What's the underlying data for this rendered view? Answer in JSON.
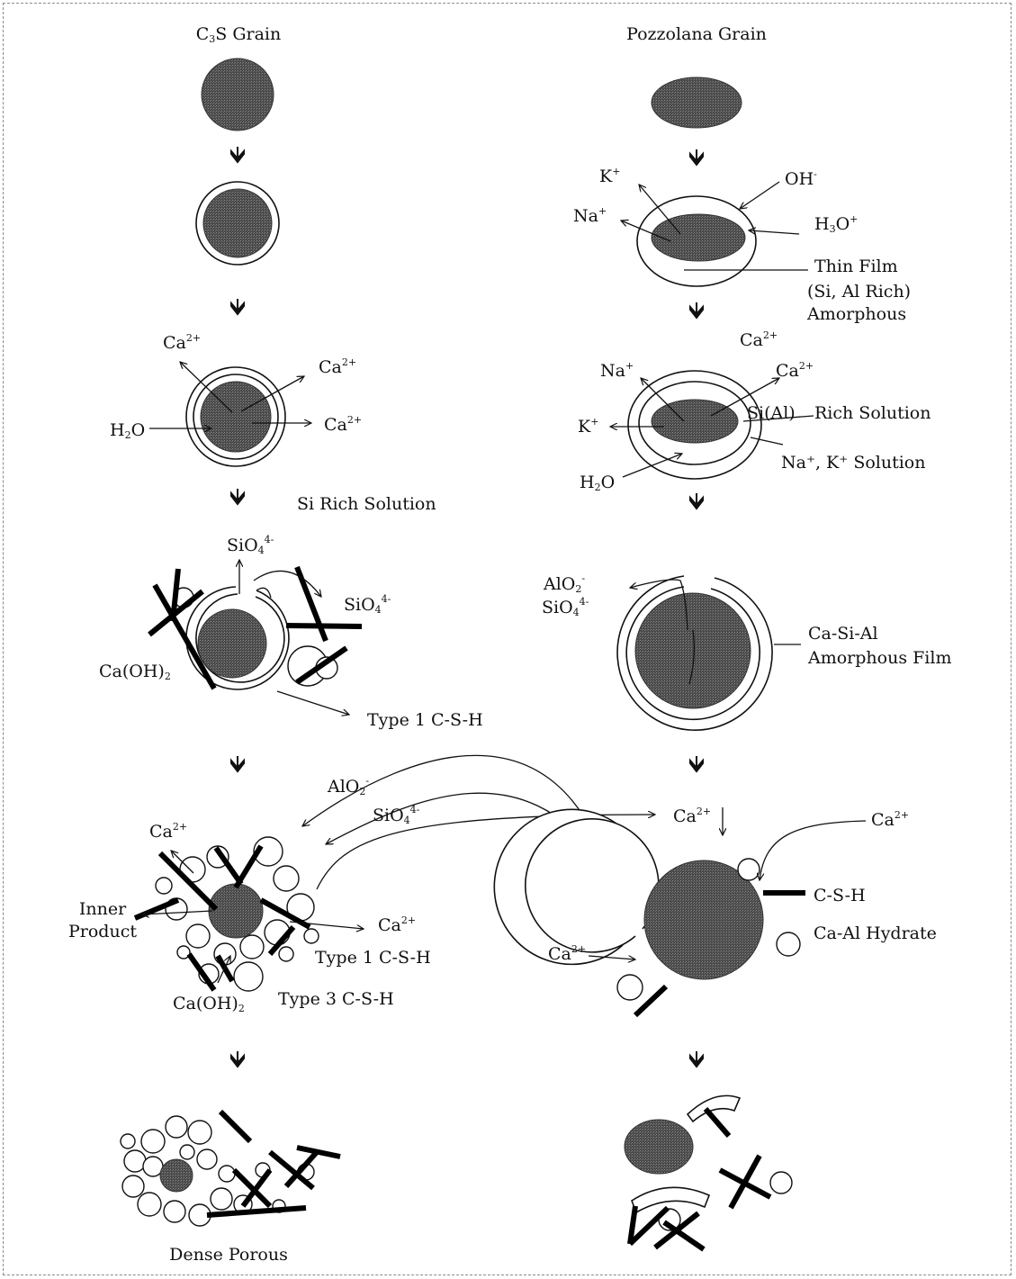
{
  "columns": {
    "c3s": {
      "title_prefix": "C",
      "title_sub": "3",
      "title_suffix": "S Grain",
      "si_rich": "Si Rich Solution",
      "type1_csh": "Type 1 C-S-H",
      "type3_csh": "Type 3 C-S-H",
      "inner_product_1": "Inner",
      "inner_product_2": "Product",
      "final": "Dense Porous"
    },
    "pozzolana": {
      "title": "Pozzolana Grain",
      "thin_film_1": "Thin Film",
      "thin_film_2": "(Si, Al Rich)",
      "thin_film_3": "Amorphous",
      "si_al_rich_1": "Si(Al)",
      "si_al_rich_2": "Rich Solution",
      "nak_solution": "Na⁺, K⁺ Solution",
      "film_1": "Ca-Si-Al",
      "film_2": "Amorphous Film",
      "csh": "C-S-H",
      "caal": "Ca-Al Hydrate"
    }
  },
  "ions": {
    "ca": "Ca",
    "ca_charge": "2+",
    "h2o_a": "H",
    "h2o_sub": "2",
    "h2o_b": "O",
    "k": "K",
    "na": "Na",
    "plus": "+",
    "oh": "OH",
    "minus": "-",
    "h3o_a": "H",
    "h3o_sub": "3",
    "h3o_b": "O",
    "sio4": "SiO",
    "sio4_sub": "4",
    "sio4_charge": "4-",
    "alo2": "AlO",
    "alo2_sub": "2",
    "caoh2": "Ca(OH)",
    "caoh2_sub": "2"
  },
  "colors": {
    "grain": "#5a5a5a",
    "ink": "#111111",
    "border": "#8a8a8a"
  }
}
